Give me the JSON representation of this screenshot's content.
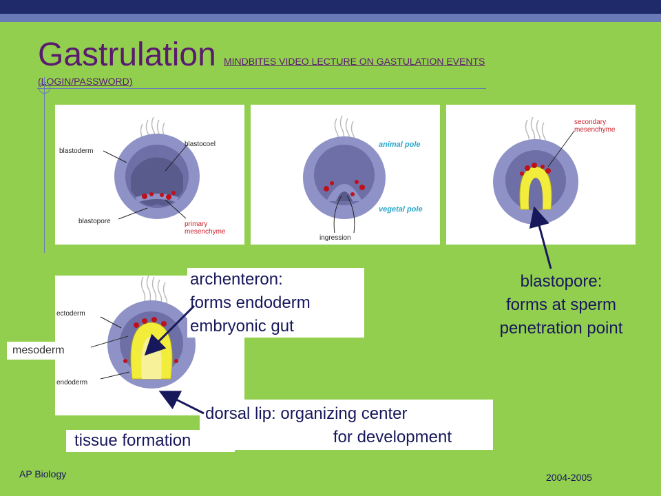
{
  "title": "Gastrulation",
  "link": {
    "line1": "MINDBITES VIDEO LECTURE ON GASTULATION EVENTS",
    "line2": "(LOGIN/PASSWORD)"
  },
  "panel1": {
    "blastoderm": "blastoderm",
    "blastocoel": "blastocoel",
    "blastopore": "blastopore",
    "primary": [
      "primary",
      "mesenchyme"
    ]
  },
  "panel2": {
    "animal_pole": "animal pole",
    "vegetal_pole": "vegetal pole",
    "ingression": "ingression"
  },
  "panel3": {
    "secondary": [
      "secondary",
      "mesenchyme"
    ]
  },
  "panel4": {
    "ectoderm": "ectoderm",
    "endoderm": "endoderm"
  },
  "annotations": {
    "archenteron": [
      "archenteron:",
      "forms endoderm",
      "embryonic gut"
    ],
    "blastopore": [
      "blastopore:",
      "forms at sperm",
      "penetration point"
    ],
    "mesoderm": "mesoderm",
    "dorsal_lip": [
      "dorsal lip: organizing center",
      "for development"
    ],
    "tissue": "tissue formation"
  },
  "footer": {
    "left": "AP Biology",
    "right": "2004-2005"
  },
  "colors": {
    "background": "#92cf4f",
    "title": "#5a1a6f",
    "text": "#17175b",
    "embryo": "#8e92c6",
    "endoderm": "#f2ec3a",
    "cells": "#c0101a"
  }
}
